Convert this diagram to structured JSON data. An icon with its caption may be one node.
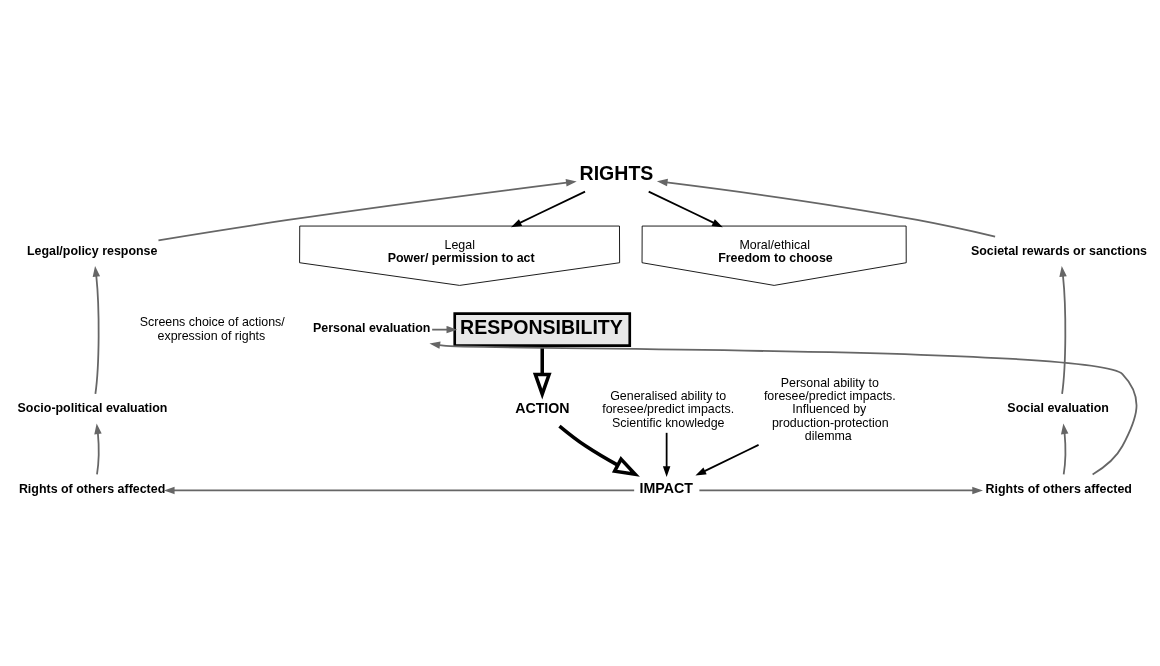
{
  "diagram": {
    "nodes": [
      {
        "text": [
          "RIGHTS"
        ]
      },
      {
        "text": [
          "Legal",
          "Power/ permission to act"
        ]
      },
      {
        "text": [
          "Moral/ethical",
          "Freedom to choose"
        ]
      },
      {
        "text": [
          "RESPONSIBILITY"
        ]
      },
      {
        "text": [
          "Generalised ability to foresee/predict impacts. Scientific knowledge"
        ]
      },
      {
        "text": [
          "ACTION"
        ]
      },
      {
        "text": [
          "Personal ability to foresee/predict impacts. Influenced by production-protection dilemma"
        ]
      },
      {
        "text": [
          "IMPACT"
        ]
      },
      {
        "text": [
          "Rights of others affected"
        ]
      },
      {
        "text": [
          "Rights of others affected"
        ]
      },
      {
        "text": [
          "Socio-political evaluation"
        ]
      },
      {
        "text": [
          "Legal/policy response"
        ]
      },
      {
        "text": [
          "Personal evaluation"
        ]
      },
      {
        "text": [
          "Social evaluation"
        ]
      },
      {
        "text": [
          "Societal rewards or sanctions"
        ]
      }
    ],
    "edges": [
      {
        "from": 0,
        "to": 1,
        "arrow": "to",
        "color": "#000000"
      },
      {
        "from": 0,
        "to": 2,
        "arrow": "to",
        "color": "#000000"
      },
      {
        "from": 3,
        "to": 5,
        "arrow": "to",
        "style": "thick",
        "color": "#000000"
      },
      {
        "from": 5,
        "to": 7,
        "arrow": "to",
        "style": "thick",
        "color": "#000000"
      },
      {
        "from": 4,
        "to": 7,
        "arrow": "to",
        "color": "#000000"
      },
      {
        "from": 6,
        "to": 7,
        "arrow": "to",
        "color": "#000000"
      },
      {
        "from": 7,
        "to": 8,
        "arrow": "to"
      },
      {
        "from": 7,
        "to": 9,
        "arrow": "to"
      },
      {
        "from": 8,
        "to": 10,
        "arrow": "to"
      },
      {
        "from": 10,
        "to": 11,
        "arrow": "to"
      },
      {
        "from": 11,
        "to": 0,
        "arrow": "to"
      },
      {
        "from": 9,
        "to": 12,
        "arrow": "to"
      },
      {
        "from": 12,
        "to": 3,
        "arrow": "to"
      },
      {
        "from": 9,
        "to": 13,
        "arrow": "to"
      },
      {
        "from": 13,
        "to": 14,
        "arrow": "to"
      },
      {
        "from": 14,
        "to": 0,
        "arrow": "to"
      }
    ],
    "labels": [
      "Screens choice of actions/ expression of rights"
    ]
  }
}
